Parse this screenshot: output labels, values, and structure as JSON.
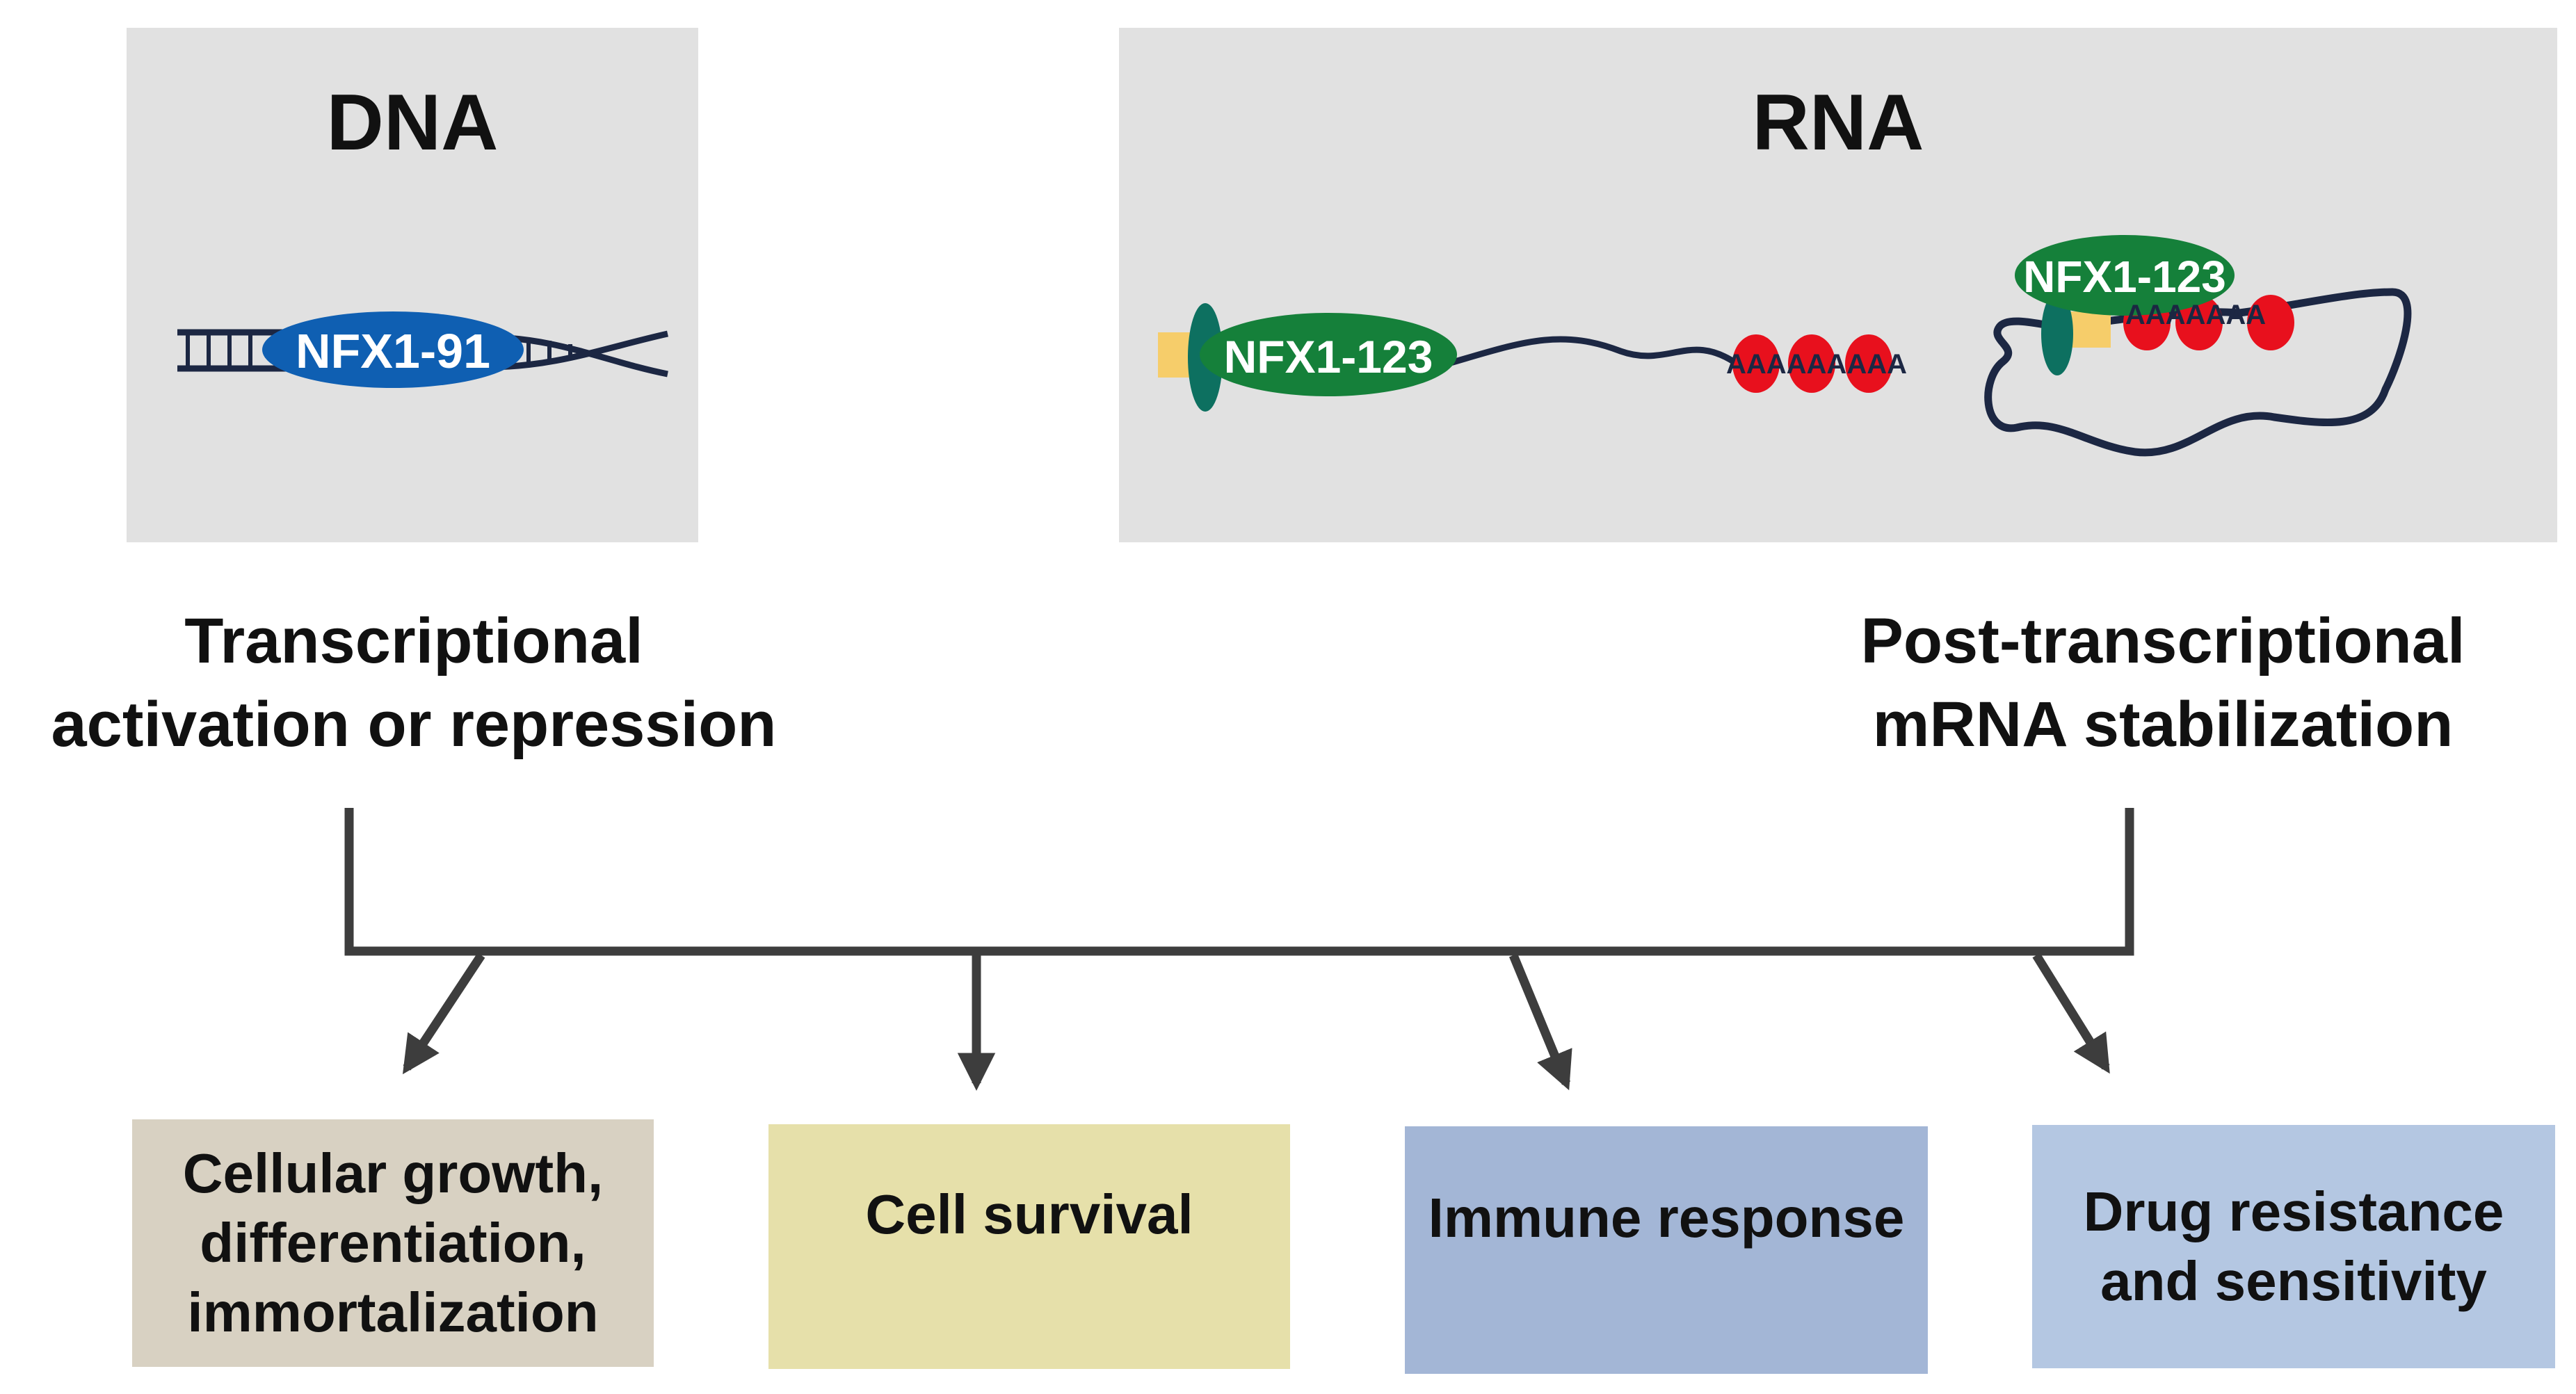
{
  "panels": {
    "dna": {
      "heading": "DNA",
      "protein_label": "NFX1-91"
    },
    "rna": {
      "heading": "RNA",
      "protein_label_linear": "NFX1-123",
      "protein_label_circular": "NFX1-123",
      "polya_linear": "AAAAAAAAA",
      "polya_circular": "AAAAAAA"
    }
  },
  "processes": {
    "left": {
      "line1": "Transcriptional",
      "line2": "activation or repression"
    },
    "right": {
      "line1": "Post-transcriptional",
      "line2": "mRNA stabilization"
    }
  },
  "outcomes": [
    {
      "label": "Cellular growth,\ndifferentiation,\nimmortalization",
      "color": "#d8d1c2"
    },
    {
      "label": "Cell survival",
      "color": "#e6e0aa"
    },
    {
      "label": "Immune response",
      "color": "#a3b6d6"
    },
    {
      "label": "Drug resistance\nand sensitivity",
      "color": "#b4c7e2"
    }
  ],
  "colors": {
    "panel_bg": "#e1e1e1",
    "dna_protein": "#0f5fb2",
    "rna_protein": "#15803a",
    "cap_teal": "#0d7060",
    "cap_yellow": "#f6cd6a",
    "polya_red": "#e8101d",
    "strand": "#1c2743",
    "connector": "#3d3d3d"
  }
}
